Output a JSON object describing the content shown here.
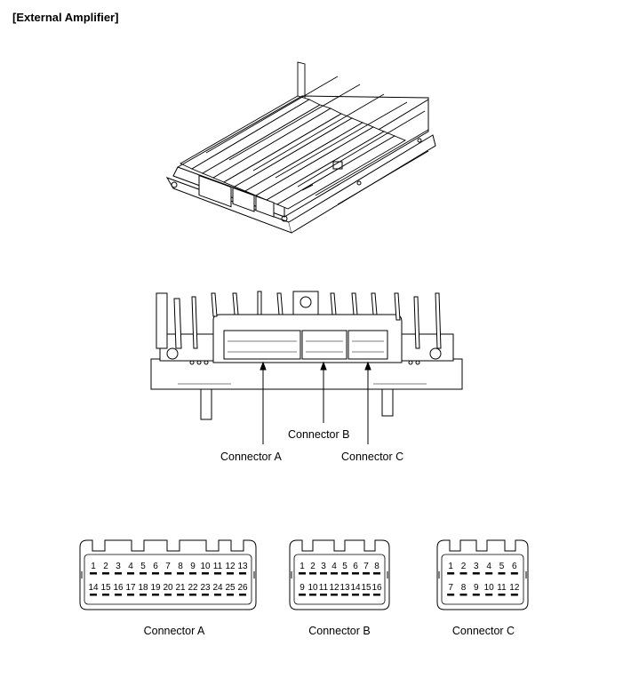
{
  "title": "[External Amplifier]",
  "callouts": {
    "a": "Connector A",
    "b": "Connector B",
    "c": "Connector C"
  },
  "connectors": [
    {
      "label": "Connector A",
      "rows": [
        [
          "1",
          "2",
          "3",
          "4",
          "5",
          "6",
          "7",
          "8",
          "9",
          "10",
          "11",
          "12",
          "13"
        ],
        [
          "14",
          "15",
          "16",
          "17",
          "18",
          "19",
          "20",
          "21",
          "22",
          "23",
          "24",
          "25",
          "26"
        ]
      ]
    },
    {
      "label": "Connector B",
      "rows": [
        [
          "1",
          "2",
          "3",
          "4",
          "5",
          "6",
          "7",
          "8"
        ],
        [
          "9",
          "10",
          "11",
          "12",
          "13",
          "14",
          "15",
          "16"
        ]
      ]
    },
    {
      "label": "Connector C",
      "rows": [
        [
          "1",
          "2",
          "3",
          "4",
          "5",
          "6"
        ],
        [
          "7",
          "8",
          "9",
          "10",
          "11",
          "12"
        ]
      ]
    }
  ]
}
